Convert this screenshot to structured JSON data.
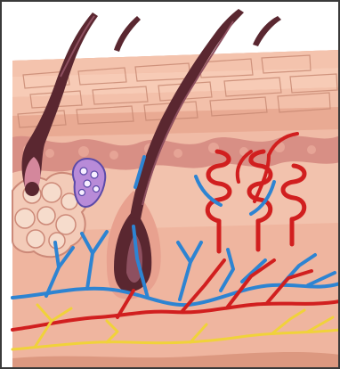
{
  "diagram": {
    "subject": "skin-cross-section",
    "text_labels": [],
    "colors": {
      "background": "#ffffff",
      "border": "#3a3a3a",
      "epidermis": "#efb49b",
      "epidermis_tile": "#f7cbb6",
      "epidermis_line": "#c98a74",
      "basal_layer": "#d88f85",
      "dermis": "#f0bba6",
      "dermis_dark": "#e7a697",
      "hair": "#5a2730",
      "hair_highlight": "#8e5060",
      "follicle": "#e8a18f",
      "artery": "#d11f1f",
      "vein": "#2d84d2",
      "nerve": "#f0d23a",
      "gland": "#b88bd8",
      "gland_outline": "#5c4aa8",
      "fat": "#f3cbb8",
      "fat_outline": "#cc8978"
    },
    "parts": [
      {
        "id": "hair-shaft",
        "icon": "hair-icon"
      },
      {
        "id": "epidermis",
        "icon": "epidermis-icon"
      },
      {
        "id": "dermis",
        "icon": "dermis-icon"
      },
      {
        "id": "sebaceous-gland",
        "icon": "sebaceous-gland-icon"
      },
      {
        "id": "sweat-gland",
        "icon": "sweat-gland-icon"
      },
      {
        "id": "hair-follicle",
        "icon": "hair-follicle-icon"
      },
      {
        "id": "blood-vessels",
        "icon": "blood-vessel-icon"
      },
      {
        "id": "nerves",
        "icon": "nerve-icon"
      },
      {
        "id": "fat-lobules",
        "icon": "fat-lobule-icon"
      }
    ]
  }
}
